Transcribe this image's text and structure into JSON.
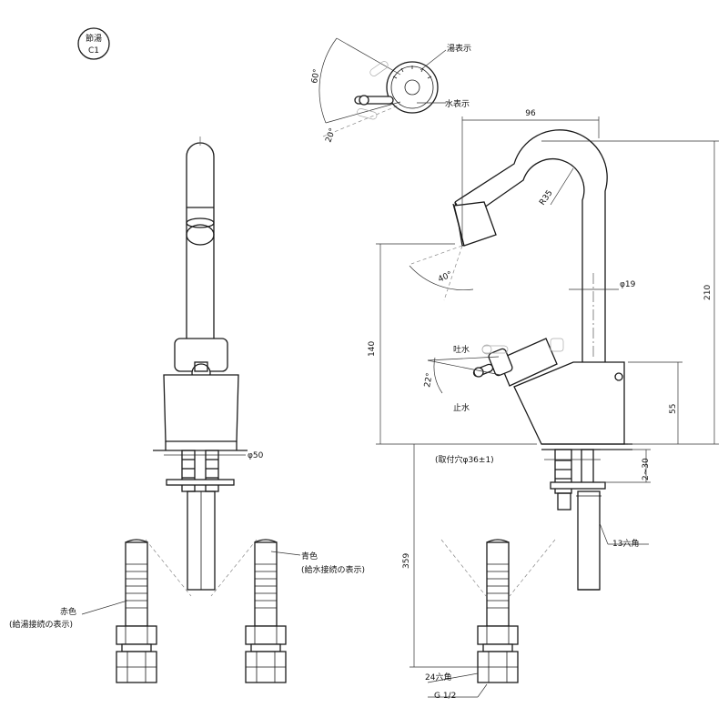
{
  "badge": {
    "line1": "節湯",
    "line2": "C1"
  },
  "top_detail": {
    "hot_indicator": "湯表示",
    "cold_indicator": "水表示",
    "angle_up": "60°",
    "angle_down": "20°"
  },
  "side_view": {
    "width_96": "96",
    "height_210": "210",
    "radius": "R35",
    "spout_angle": "40°",
    "pipe_dia": "φ19",
    "spout_height": "140",
    "outlet_label": "吐水",
    "stop_label": "止水",
    "lever_angle": "22°",
    "body_height": "55",
    "mount_hole": "(取付穴φ36±1)",
    "counter_thickness": "2~30",
    "hex13": "13六角",
    "length_359": "359",
    "hex24": "24六角",
    "thread": "G 1/2"
  },
  "front_view": {
    "base_dia": "φ50",
    "blue_title": "青色",
    "blue_note": "(給水接続の表示)",
    "red_title": "赤色",
    "red_note": "(給湯接続の表示)"
  }
}
